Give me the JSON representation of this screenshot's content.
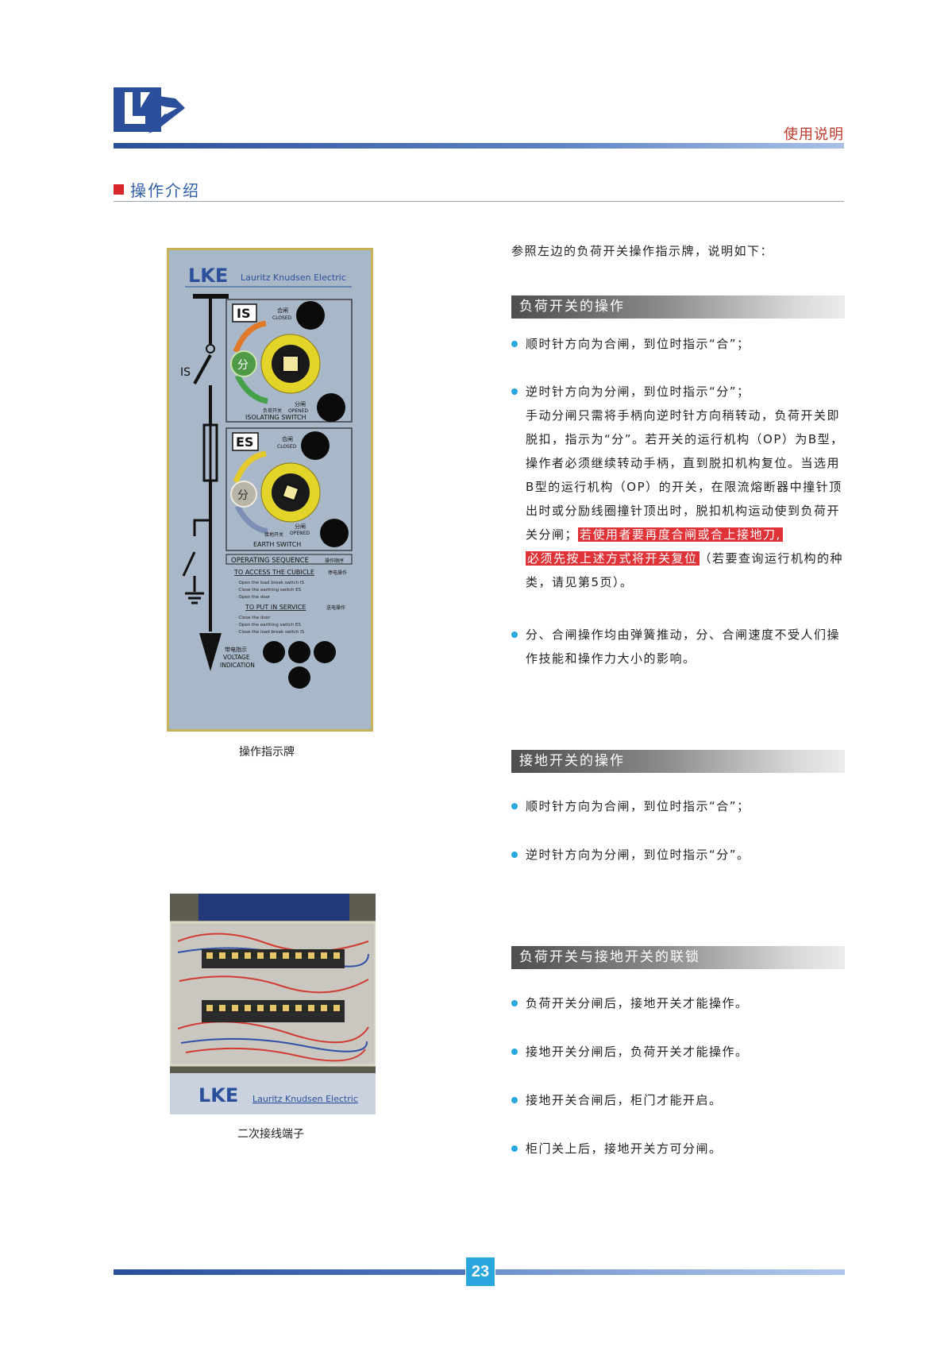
{
  "header": {
    "tag": "使用说明",
    "logo_alt": "LKE"
  },
  "section": {
    "title": "操作介绍"
  },
  "panel": {
    "brand": "LKE",
    "brand_full": "Lauritz Knudsen Electric",
    "is_label": "IS",
    "is_box": "IS",
    "closed_cn": "合闸",
    "closed_en": "CLOSED",
    "opened_cn": "分闸",
    "opened_en": "OPENED",
    "fen": "分",
    "isolating_cn": "负荷开关",
    "isolating_en": "ISOLATING SWITCH",
    "es_box": "ES",
    "earth_cn": "接地开关",
    "earth_en": "EARTH SWITCH",
    "seq_title": "OPERATING SEQUENCE",
    "seq_cn": "操作顺序",
    "access_title": "TO ACCESS THE CUBICLE",
    "access_cn": "停电操作",
    "access_items": [
      "· Open the load break switch IS",
      "· Close the earthing switch ES",
      "· Open the door"
    ],
    "service_title": "TO PUT IN SERVICE",
    "service_cn": "送电操作",
    "service_items": [
      "· Close the door",
      "· Open the earthing switch ES",
      "· Close the load break switch IS"
    ],
    "voltage_cn": "带电指示",
    "voltage_en1": "VOLTAGE",
    "voltage_en2": "INDICATION"
  },
  "captions": {
    "panel": "操作指示牌",
    "terminal": "二次接线端子"
  },
  "terminal": {
    "brand": "LKE",
    "brand_full": "Lauritz Knudsen Electric"
  },
  "intro": "参照左边的负荷开关操作指示牌，说明如下：",
  "sections": {
    "load_switch": {
      "title": "负荷开关的操作",
      "b1": "顺时针方向为合闸，到位时指示“合”；",
      "b2_line1": "逆时针方向为分闸，到位时指示“分”；",
      "b2_body": "手动分闸只需将手柄向逆时针方向稍转动，负荷开关即脱扣，指示为“分”。若开关的运行机构（OP）为B型，操作者必须继续转动手柄，直到脱扣机构复位。当选用B型的运行机构（OP）的开关，在限流熔断器中撞针顶出时或分励线圈撞针顶出时，脱扣机构运动使到负荷开关分闸；",
      "b2_highlight1": "若使用者要再度合闸或合上接地刀,",
      "b2_highlight2": "必须先按上述方式将开关复位",
      "b2_tail": "（若要查询运行机构的种类，请见第5页）。",
      "b3": "分、合闸操作均由弹簧推动，分、合闸速度不受人们操作技能和操作力大小的影响。"
    },
    "earth_switch": {
      "title": "接地开关的操作",
      "b1": "顺时针方向为合闸，到位时指示“合”；",
      "b2": "逆时针方向为分闸，到位时指示“分”。"
    },
    "interlock": {
      "title": "负荷开关与接地开关的联锁",
      "b1": "负荷开关分闸后，接地开关才能操作。",
      "b2": "接地开关分闸后，负荷开关才能操作。",
      "b3": "接地开关合闸后，柜门才能开启。",
      "b4": "柜门关上后，接地开关方可分闸。"
    }
  },
  "footer": {
    "page": "23"
  },
  "colors": {
    "accent_blue": "#2e5fa6",
    "highlight_red": "#e03337",
    "bullet_blue": "#2aa6de"
  }
}
